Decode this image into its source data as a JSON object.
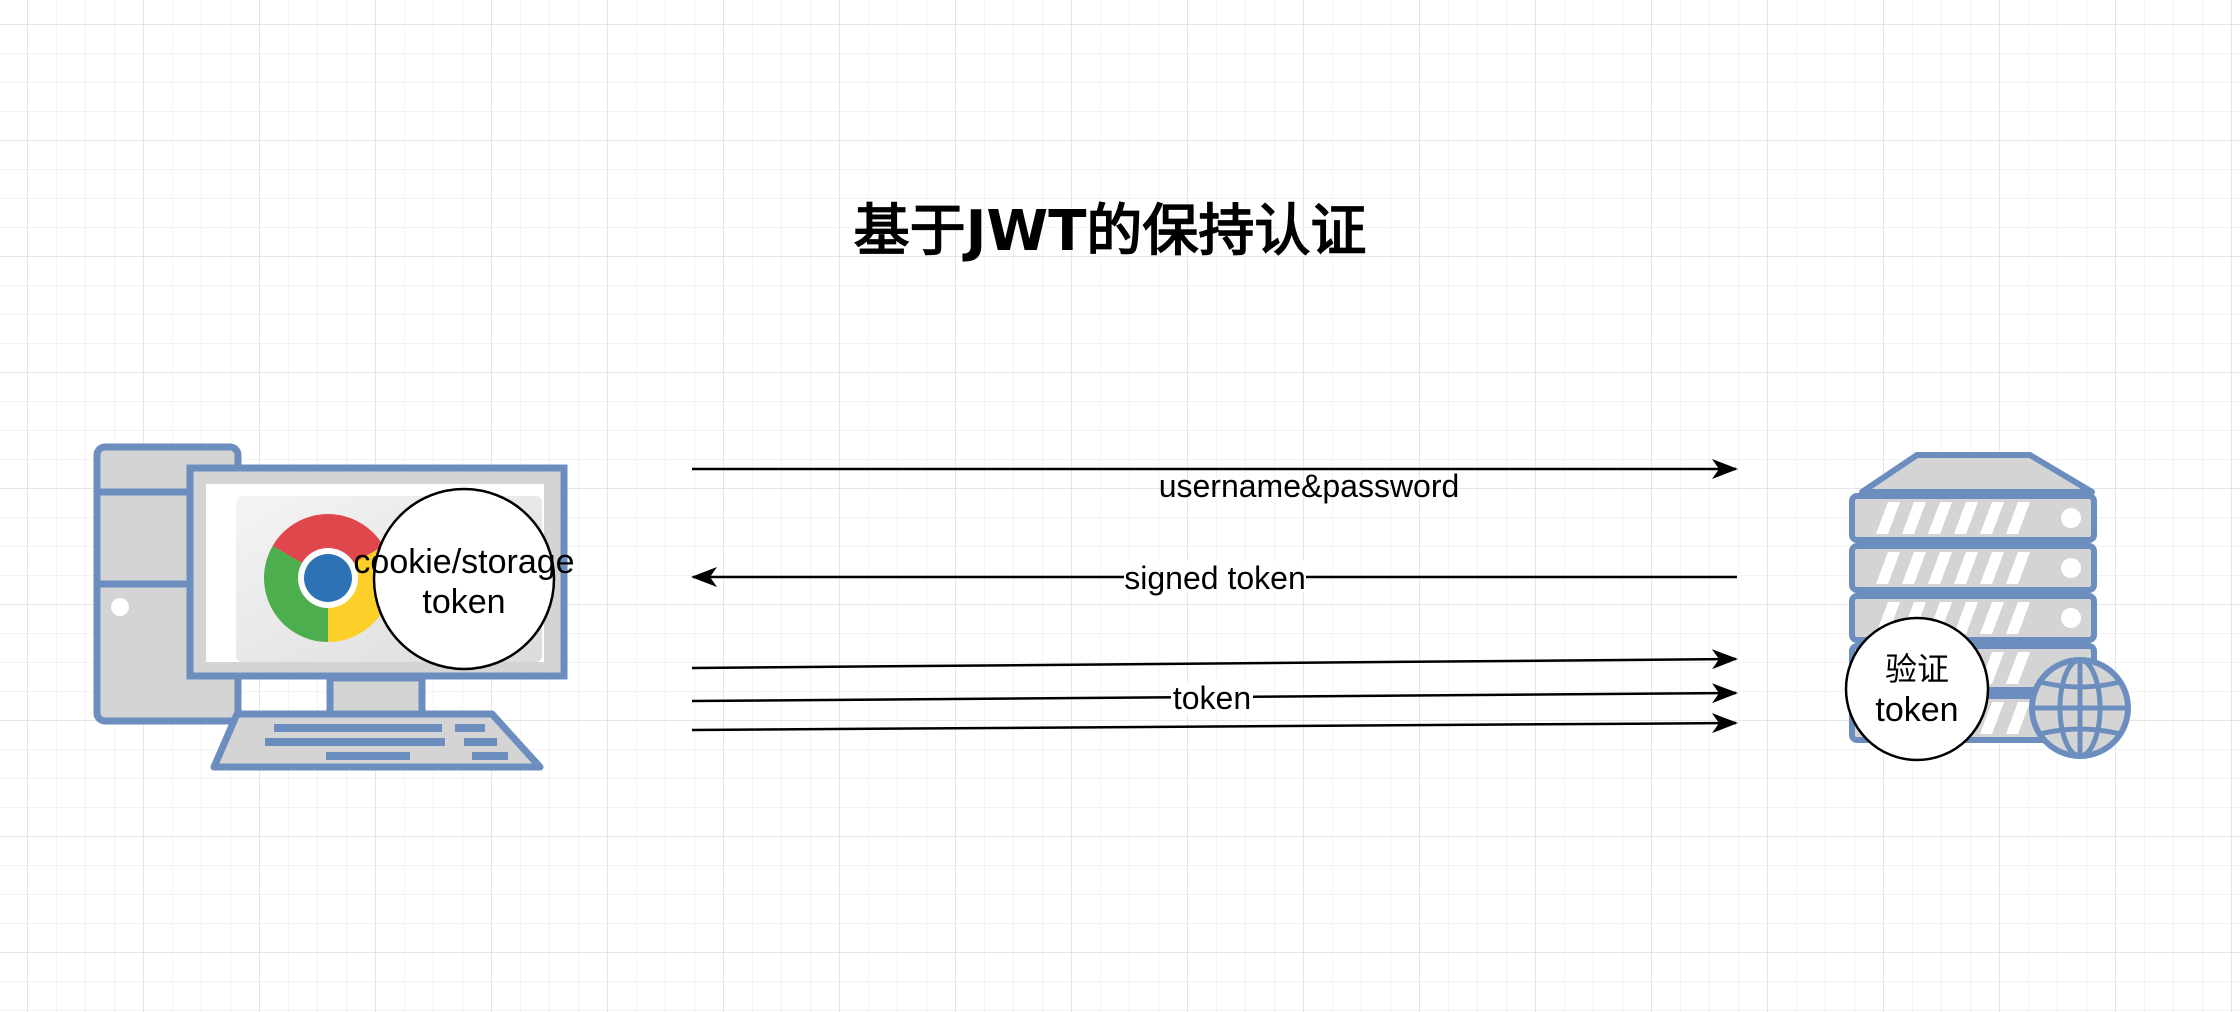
{
  "title": "基于JWT的保持认证",
  "client": {
    "badge_line1": "cookie/storage",
    "badge_line2": "token",
    "icons": [
      "desktop-computer-icon",
      "chrome-browser-icon"
    ]
  },
  "server": {
    "badge_line1": "验证",
    "badge_line2": "token",
    "icons": [
      "server-rack-icon",
      "globe-icon"
    ]
  },
  "edges": [
    {
      "label": "username&password",
      "direction": "client-to-server"
    },
    {
      "label": "signed token",
      "direction": "server-to-client"
    },
    {
      "label": "token",
      "direction": "client-to-server"
    }
  ],
  "colors": {
    "device_stroke": "#6c8ebf",
    "device_fill": "#d4d4d4",
    "chrome_red": "#e0474c",
    "chrome_green": "#4cae4c",
    "chrome_yellow": "#fcd028",
    "chrome_blue": "#2e72b6"
  }
}
